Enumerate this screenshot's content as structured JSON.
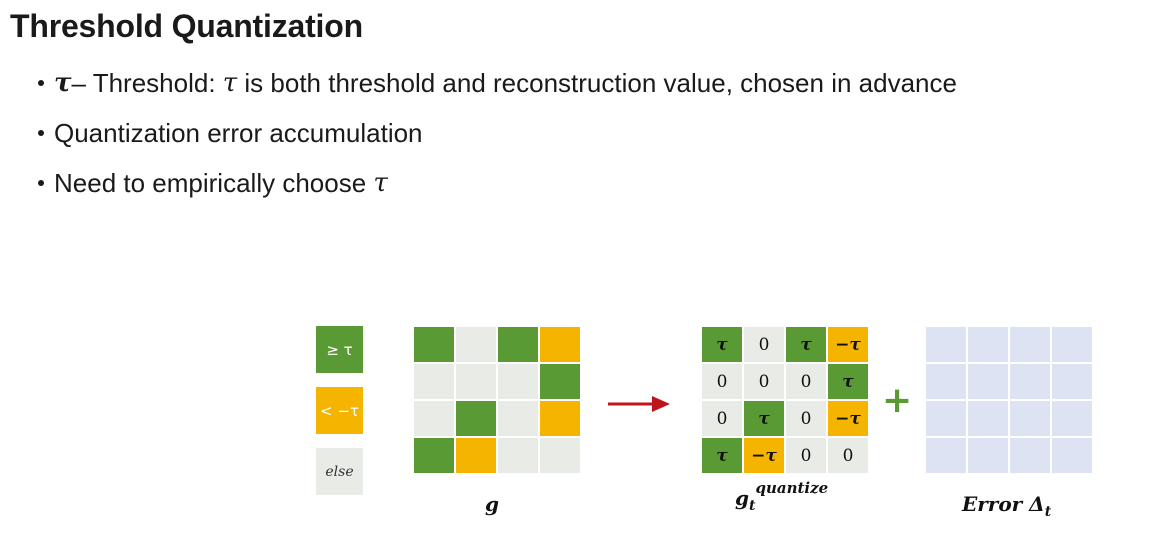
{
  "slide": {
    "title": "Threshold Quantization",
    "bullets": [
      {
        "symbol": "τ",
        "text": "– Threshold: ",
        "symbol2": "τ",
        "text2": " is both threshold and reconstruction value, chosen in advance"
      },
      {
        "text": "Quantization error accumulation"
      },
      {
        "text": "Need to empirically choose ",
        "symbol": "τ"
      }
    ]
  },
  "colors": {
    "green": "#5a9a34",
    "orange": "#f5b400",
    "gray": "#e8ebe6",
    "error": "#dde3f3"
  },
  "legend": [
    {
      "label": "≥ τ",
      "color": "green"
    },
    {
      "label": "< −τ",
      "color": "orange"
    },
    {
      "label": "else",
      "color": "gray"
    }
  ],
  "matrix_g": {
    "label": "g",
    "cells": [
      [
        "green",
        "gray",
        "green",
        "orange"
      ],
      [
        "gray",
        "gray",
        "gray",
        "green"
      ],
      [
        "gray",
        "green",
        "gray",
        "orange"
      ],
      [
        "green",
        "orange",
        "gray",
        "gray"
      ]
    ]
  },
  "matrix_q": {
    "label": "g",
    "label_sub": "t",
    "label_sup": "quantize",
    "cells": [
      [
        {
          "v": "τ",
          "c": "green"
        },
        {
          "v": "0",
          "c": "gray"
        },
        {
          "v": "τ",
          "c": "green"
        },
        {
          "v": "−τ",
          "c": "orange"
        }
      ],
      [
        {
          "v": "0",
          "c": "gray"
        },
        {
          "v": "0",
          "c": "gray"
        },
        {
          "v": "0",
          "c": "gray"
        },
        {
          "v": "τ",
          "c": "green"
        }
      ],
      [
        {
          "v": "0",
          "c": "gray"
        },
        {
          "v": "τ",
          "c": "green"
        },
        {
          "v": "0",
          "c": "gray"
        },
        {
          "v": "−τ",
          "c": "orange"
        }
      ],
      [
        {
          "v": "τ",
          "c": "green"
        },
        {
          "v": "−τ",
          "c": "orange"
        },
        {
          "v": "0",
          "c": "gray"
        },
        {
          "v": "0",
          "c": "gray"
        }
      ]
    ]
  },
  "matrix_err": {
    "label": "Error Δ",
    "label_sub": "t"
  },
  "icons": {
    "arrow": "right-arrow-icon",
    "plus": "plus-icon"
  }
}
